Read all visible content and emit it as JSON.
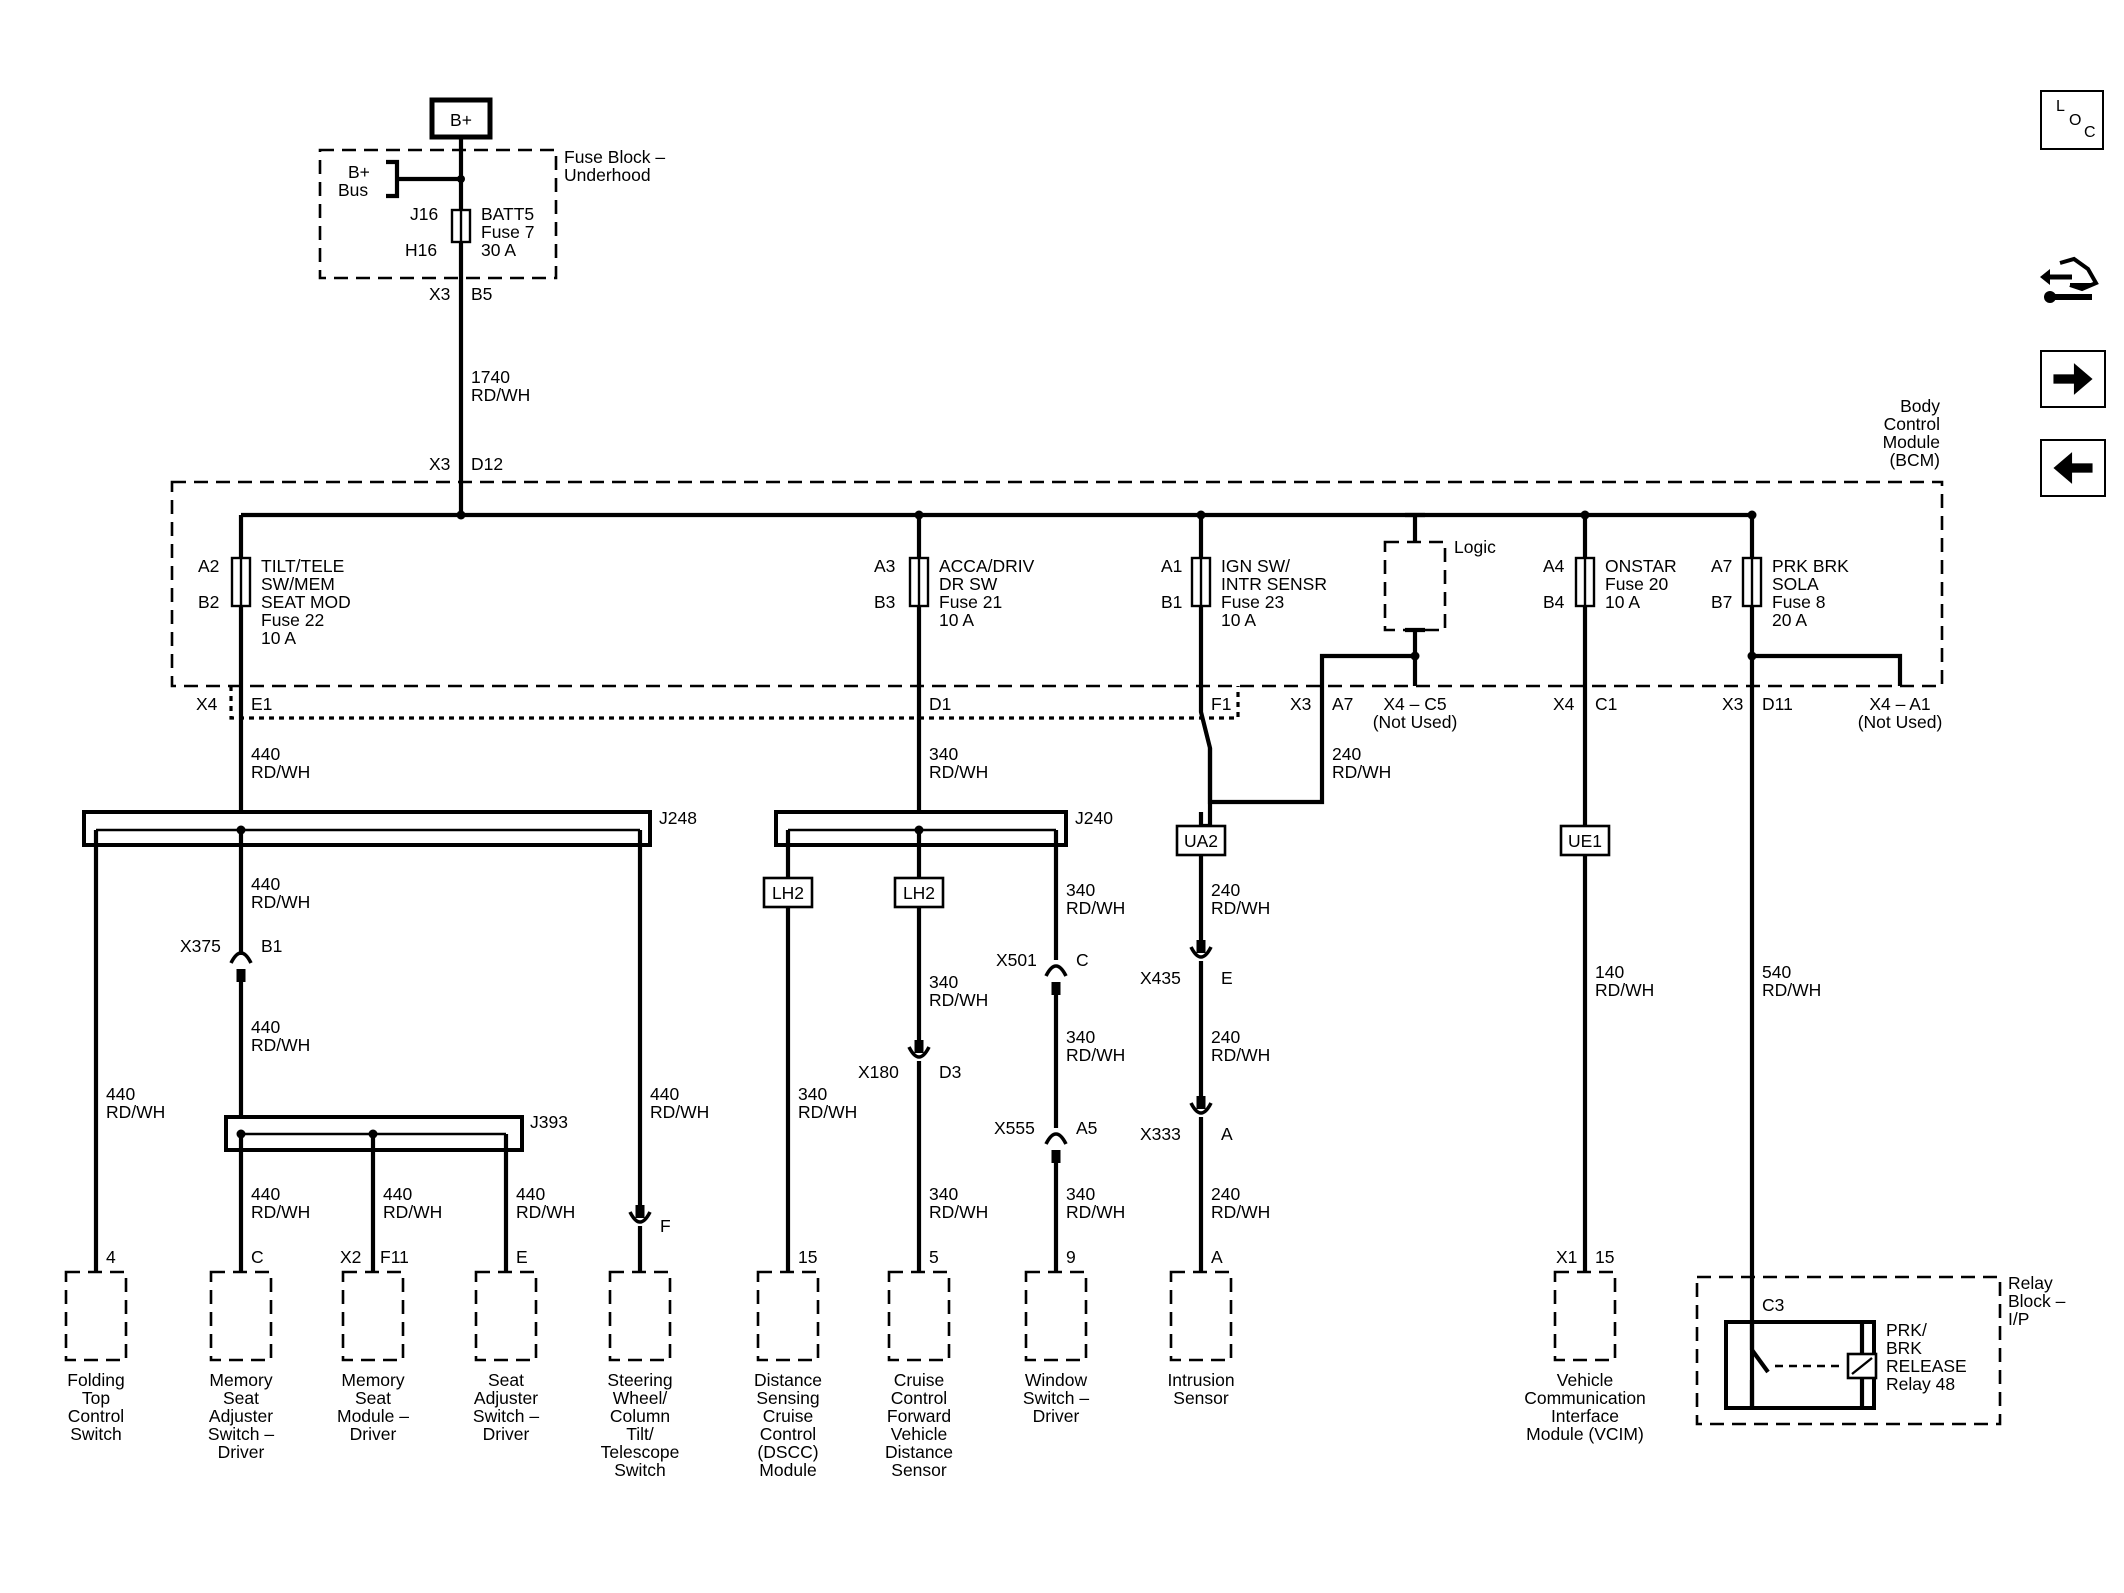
{
  "supply": {
    "label": "B+"
  },
  "fuse_block": {
    "title_lines": [
      "Fuse Block –",
      "Underhood"
    ],
    "bus_lines": [
      "B+",
      "Bus"
    ],
    "pin_top": "J16",
    "pin_bottom": "H16",
    "fuse_lines": [
      "BATT5",
      "Fuse 7",
      "30 A"
    ],
    "conn_left": "X3",
    "conn_right": "B5"
  },
  "feed_wire": {
    "circuit": "1740",
    "color": "RD/WH",
    "conn_left": "X3",
    "conn_right": "D12"
  },
  "bcm": {
    "title_lines": [
      "Body",
      "Control",
      "Module",
      "(BCM)"
    ],
    "logic_label": "Logic",
    "fuses": [
      {
        "pin_top": "A2",
        "pin_bottom": "B2",
        "lines": [
          "TILT/TELE",
          "SW/MEM",
          "SEAT MOD",
          "Fuse 22",
          "10 A"
        ]
      },
      {
        "pin_top": "A3",
        "pin_bottom": "B3",
        "lines": [
          "ACCA/DRIV",
          "DR SW",
          "Fuse 21",
          "10 A"
        ]
      },
      {
        "pin_top": "A1",
        "pin_bottom": "B1",
        "lines": [
          "IGN SW/",
          "INTR SENSR",
          "Fuse 23",
          "10 A"
        ]
      },
      {
        "pin_top": "A4",
        "pin_bottom": "B4",
        "lines": [
          "ONSTAR",
          "Fuse 20",
          "10 A"
        ]
      },
      {
        "pin_top": "A7",
        "pin_bottom": "B7",
        "lines": [
          "PRK BRK",
          "SOLA",
          "Fuse 8",
          "20 A"
        ]
      }
    ],
    "connectors": [
      {
        "conn": "X4",
        "pin": "E1"
      },
      {
        "pin": "D1"
      },
      {
        "pin": "F1"
      },
      {
        "conn": "X3",
        "pin": "A7"
      },
      {
        "conn": "X4",
        "pin": "C1"
      },
      {
        "conn": "X3",
        "pin": "D11"
      }
    ],
    "unused": [
      {
        "lines": [
          "X4 – C5",
          "(Not Used)"
        ]
      },
      {
        "lines": [
          "X4 – A1",
          "(Not Used)"
        ]
      }
    ]
  },
  "splices": {
    "j248": "J248",
    "j240": "J240",
    "j393": "J393"
  },
  "inline_connectors": {
    "x375": {
      "name": "X375",
      "pin": "B1"
    },
    "x501": {
      "name": "X501",
      "pin": "C"
    },
    "x180": {
      "name": "X180",
      "pin": "D3"
    },
    "x555": {
      "name": "X555",
      "pin": "A5"
    },
    "x435": {
      "name": "X435",
      "pin": "E"
    },
    "x333": {
      "name": "X333",
      "pin": "A"
    },
    "steering": {
      "pin": "F"
    }
  },
  "ground_tags": {
    "lh2_a": "LH2",
    "lh2_b": "LH2",
    "ua2": "UA2",
    "ue1": "UE1"
  },
  "wire_labels": {
    "w440": {
      "circuit": "440",
      "color": "RD/WH"
    },
    "w340": {
      "circuit": "340",
      "color": "RD/WH"
    },
    "w240": {
      "circuit": "240",
      "color": "RD/WH"
    },
    "w140": {
      "circuit": "140",
      "color": "RD/WH"
    },
    "w540": {
      "circuit": "540",
      "color": "RD/WH"
    }
  },
  "components": [
    {
      "pin": "4",
      "lines": [
        "Folding",
        "Top",
        "Control",
        "Switch"
      ]
    },
    {
      "pin": "C",
      "lines": [
        "Memory",
        "Seat",
        "Adjuster",
        "Switch –",
        "Driver"
      ]
    },
    {
      "conn": "X2",
      "pin": "F11",
      "lines": [
        "Memory",
        "Seat",
        "Module –",
        "Driver"
      ]
    },
    {
      "pin": "E",
      "lines": [
        "Seat",
        "Adjuster",
        "Switch –",
        "Driver"
      ]
    },
    {
      "lines": [
        "Steering",
        "Wheel/",
        "Column",
        "Tilt/",
        "Telescope",
        "Switch"
      ]
    },
    {
      "pin": "15",
      "lines": [
        "Distance",
        "Sensing",
        "Cruise",
        "Control",
        "(DSCC)",
        "Module"
      ]
    },
    {
      "pin": "5",
      "lines": [
        "Cruise",
        "Control",
        "Forward",
        "Vehicle",
        "Distance",
        "Sensor"
      ]
    },
    {
      "pin": "9",
      "lines": [
        "Window",
        "Switch –",
        "Driver"
      ]
    },
    {
      "pin": "A",
      "lines": [
        "Intrusion",
        "Sensor"
      ]
    },
    {
      "conn": "X1",
      "pin": "15",
      "lines": [
        "Vehicle",
        "Communication",
        "Interface",
        "Module (VCIM)"
      ]
    }
  ],
  "relay_block": {
    "title_lines": [
      "Relay",
      "Block –",
      "I/P"
    ],
    "pin": "C3",
    "relay_lines": [
      "PRK/",
      "BRK",
      "RELEASE",
      "Relay 48"
    ]
  },
  "nav": {
    "loc": {
      "l": "L",
      "o": "O",
      "c": "C"
    },
    "icons": [
      "connector-harness-icon",
      "arrow-right-icon",
      "arrow-left-icon"
    ]
  }
}
